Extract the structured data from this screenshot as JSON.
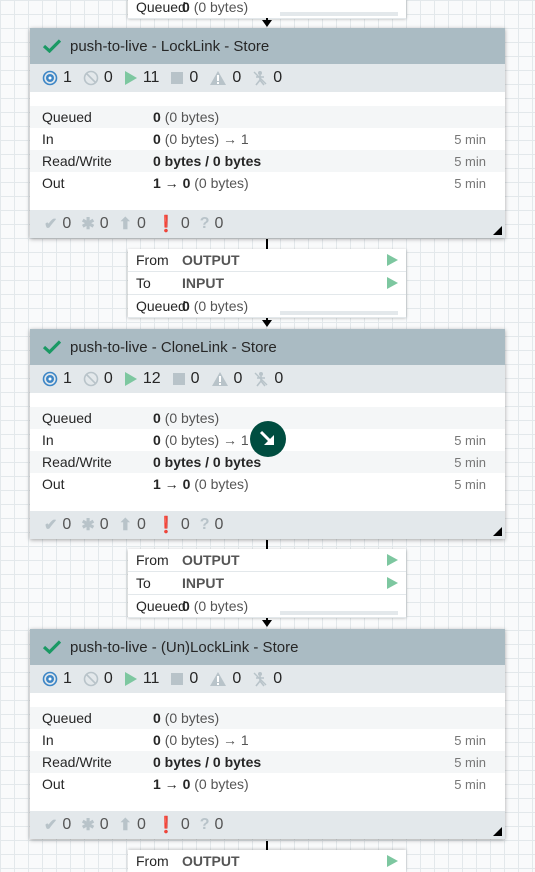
{
  "top_connection": {
    "queued_label": "Queued",
    "queued_count": "0",
    "queued_bytes": "(0 bytes)"
  },
  "processors": [
    {
      "title": "push-to-live - LockLink - Store",
      "stats": {
        "running": "1",
        "stopped": "0",
        "play": "11",
        "stop": "0",
        "warning": "0",
        "disabled": "0"
      },
      "rows": {
        "queued_label": "Queued",
        "queued_count": "0",
        "queued_bytes": "(0 bytes)",
        "in_label": "In",
        "in_count": "0",
        "in_bytes": "(0 bytes) → 1",
        "in_dur": "5 min",
        "rw_label": "Read/Write",
        "rw_value": "0 bytes / 0 bytes",
        "rw_dur": "5 min",
        "out_label": "Out",
        "out_count": "1 → 0",
        "out_bytes": "(0 bytes)",
        "out_dur": "5 min"
      },
      "footer": {
        "valid": "0",
        "invalid": "0",
        "up": "0",
        "error": "0",
        "unknown": "0"
      }
    },
    {
      "title": "push-to-live - CloneLink - Store",
      "stats": {
        "running": "1",
        "stopped": "0",
        "play": "12",
        "stop": "0",
        "warning": "0",
        "disabled": "0"
      },
      "rows": {
        "queued_label": "Queued",
        "queued_count": "0",
        "queued_bytes": "(0 bytes)",
        "in_label": "In",
        "in_count": "0",
        "in_bytes": "(0 bytes) → 1",
        "in_dur": "5 min",
        "rw_label": "Read/Write",
        "rw_value": "0 bytes / 0 bytes",
        "rw_dur": "5 min",
        "out_label": "Out",
        "out_count": "1 → 0",
        "out_bytes": "(0 bytes)",
        "out_dur": "5 min"
      },
      "footer": {
        "valid": "0",
        "invalid": "0",
        "up": "0",
        "error": "0",
        "unknown": "0"
      }
    },
    {
      "title": "push-to-live - (Un)LockLink - Store",
      "stats": {
        "running": "1",
        "stopped": "0",
        "play": "11",
        "stop": "0",
        "warning": "0",
        "disabled": "0"
      },
      "rows": {
        "queued_label": "Queued",
        "queued_count": "0",
        "queued_bytes": "(0 bytes)",
        "in_label": "In",
        "in_count": "0",
        "in_bytes": "(0 bytes) → 1",
        "in_dur": "5 min",
        "rw_label": "Read/Write",
        "rw_value": "0 bytes / 0 bytes",
        "rw_dur": "5 min",
        "out_label": "Out",
        "out_count": "1 → 0",
        "out_bytes": "(0 bytes)",
        "out_dur": "5 min"
      },
      "footer": {
        "valid": "0",
        "invalid": "0",
        "up": "0",
        "error": "0",
        "unknown": "0"
      }
    }
  ],
  "connections": [
    {
      "from_label": "From",
      "from_port": "OUTPUT",
      "to_label": "To",
      "to_port": "INPUT",
      "queued_label": "Queued",
      "queued_count": "0",
      "queued_bytes": "(0 bytes)"
    },
    {
      "from_label": "From",
      "from_port": "OUTPUT",
      "to_label": "To",
      "to_port": "INPUT",
      "queued_label": "Queued",
      "queued_count": "0",
      "queued_bytes": "(0 bytes)"
    }
  ],
  "bottom_connection": {
    "from_label": "From",
    "from_port": "OUTPUT"
  },
  "colors": {
    "header": "#aabbc3",
    "stats_bar": "#e3e8eb",
    "valid_check": "#1a9964",
    "play": "#7dc7a0",
    "cursor": "#004d40"
  },
  "icons": [
    "check-icon",
    "running-icon",
    "stopped-icon",
    "play-icon",
    "stop-icon",
    "warning-icon",
    "disabled-icon",
    "valid-icon",
    "invalid-icon",
    "up-icon",
    "error-icon",
    "unknown-icon",
    "cursor-icon"
  ]
}
